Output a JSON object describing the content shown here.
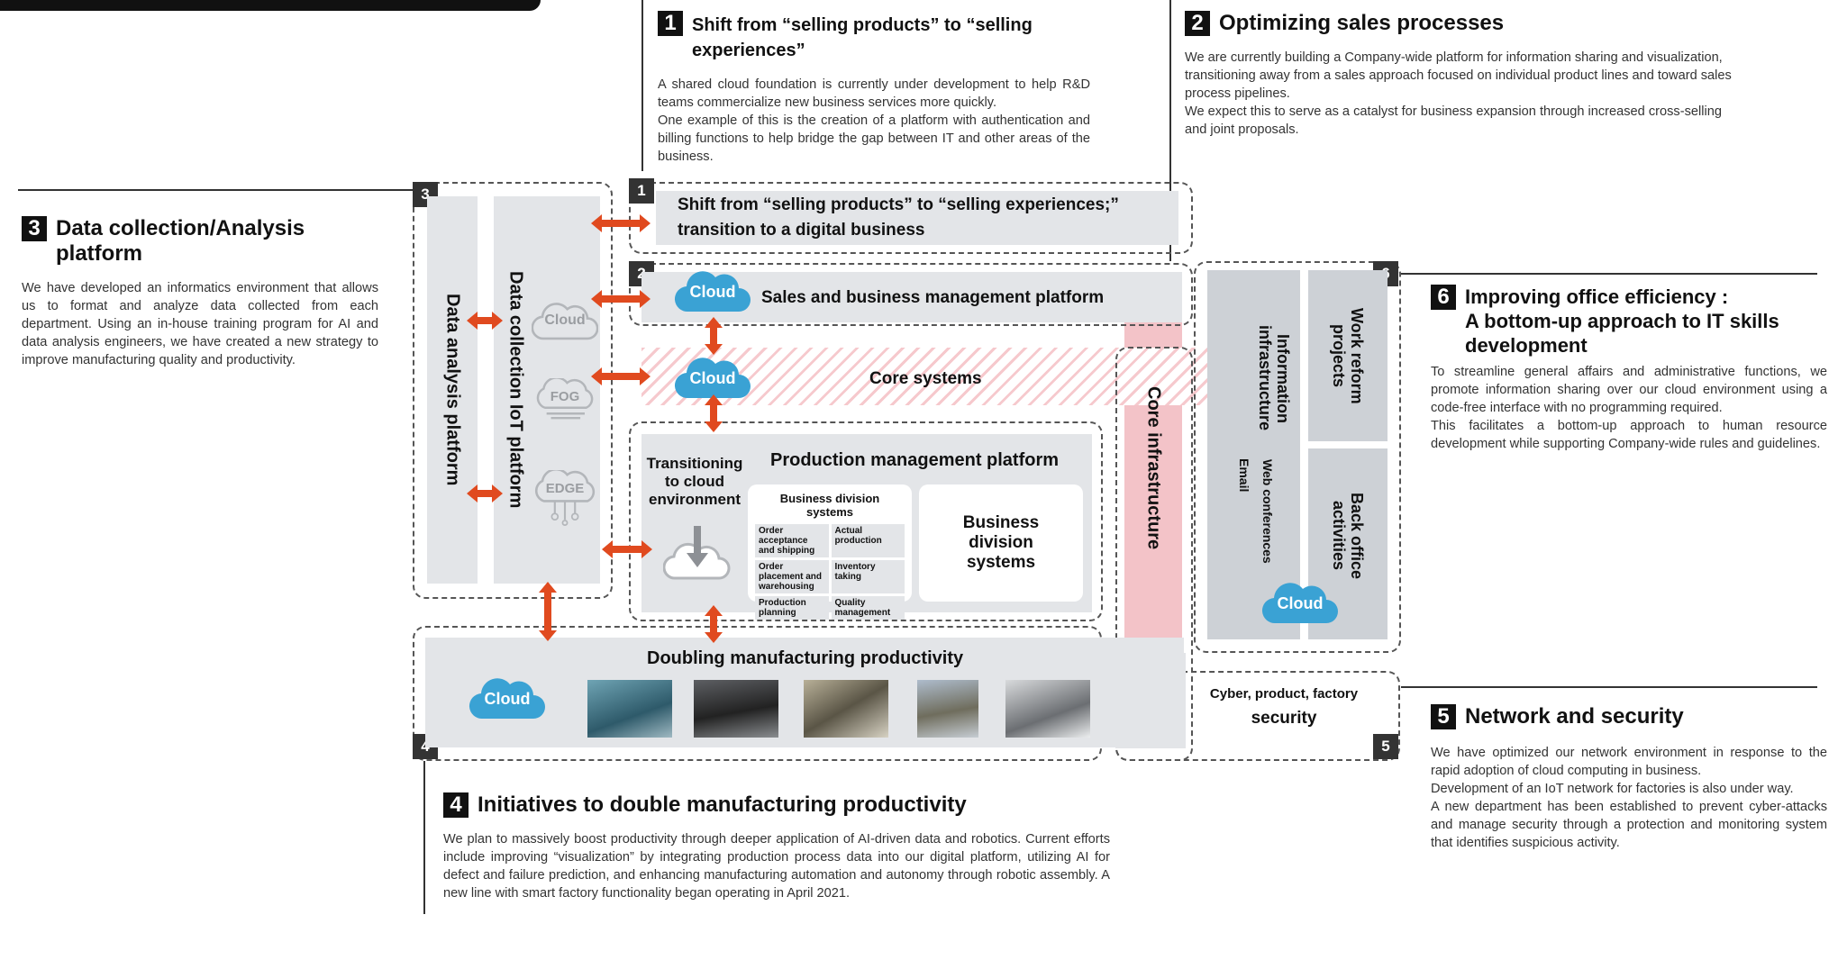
{
  "top_banner": "",
  "colors": {
    "arrow": "#e04a1f",
    "cloud": "#3aa2d4",
    "pink": "#f3c3c8",
    "gray": "#e3e5e8",
    "dark": "#333333"
  },
  "s1": {
    "num": "1",
    "title": "Shift from “selling products” to “selling experiences”",
    "body": [
      "A shared cloud foundation is currently under development to help R&D teams commercialize new business services more quickly.",
      "One example of this is the creation of a platform with authentication and billing functions to help bridge the gap between IT and other areas of the business."
    ]
  },
  "s2": {
    "num": "2",
    "title": "Optimizing sales processes",
    "body": [
      "We are currently building a Company-wide platform for information sharing and visualization, transitioning away from a sales approach focused on individual product lines and toward sales process pipelines.",
      "We expect this to serve as a catalyst for business expansion through increased cross-selling and joint proposals."
    ]
  },
  "s3": {
    "num": "3",
    "title": "Data collection/Analysis platform",
    "body": "We have developed an informatics environment that allows us to format and analyze data collected from each department. Using an in-house training program for AI and data analysis engineers, we have created a new strategy to improve manufacturing quality and productivity."
  },
  "s4": {
    "num": "4",
    "title": "Initiatives to double manufacturing productivity",
    "body": "We plan to massively boost productivity through deeper application of AI-driven data and robotics. Current efforts include improving “visualization” by integrating production process data into our digital platform, utilizing AI for defect and failure prediction, and enhancing manufacturing automation and autonomy through robotic assembly. A new line with smart factory functionality began operating in April 2021."
  },
  "s5": {
    "num": "5",
    "title": "Network and security",
    "body": [
      "We have optimized our network environment in response to the rapid adoption of cloud computing in business.",
      "Development of an IoT network for factories is also under way.",
      "A new department has been established to prevent cyber-attacks and manage security through a protection and monitoring system that identifies suspicious activity."
    ]
  },
  "s6": {
    "num": "6",
    "title_l1": "Improving office efficiency :",
    "title_l2": "A bottom-up approach to IT skills",
    "title_l3": "development",
    "body": [
      "To streamline general affairs and administrative functions, we promote information sharing over our cloud environment using a code-free interface with no programming required.",
      "This facilitates a bottom-up approach to human resource development while supporting Company-wide rules and guidelines."
    ]
  },
  "diagram": {
    "tags": [
      "1",
      "2",
      "3",
      "4",
      "5",
      "6"
    ],
    "shift_l1": "Shift from “selling products” to “selling experiences;”",
    "shift_l2": "transition to a digital business",
    "cloud": "Cloud",
    "fog": "FOG",
    "edge": "EDGE",
    "sales": "Sales and business management platform",
    "core_systems": "Core systems",
    "data_analysis": "Data analysis platform",
    "data_collection": "Data collection IoT platform",
    "transitioning": "Transitioning to cloud environment",
    "production": "Production management platform",
    "bds_title": "Business division systems",
    "bds_items": [
      "Order acceptance and shipping",
      "Actual production",
      "Order placement and warehousing",
      "Inventory taking",
      "Production planning",
      "Quality management"
    ],
    "bds_big": "Business division systems",
    "doubling": "Doubling manufacturing productivity",
    "core_infra": "Core infrastructure",
    "info_infra": "Information infrastructure",
    "web_conf": "Web conferences",
    "email": "Email",
    "work_reform": "Work reform projects",
    "back_office": "Back office activities",
    "security_l1": "Cyber, product, factory",
    "security_l2": "security"
  }
}
